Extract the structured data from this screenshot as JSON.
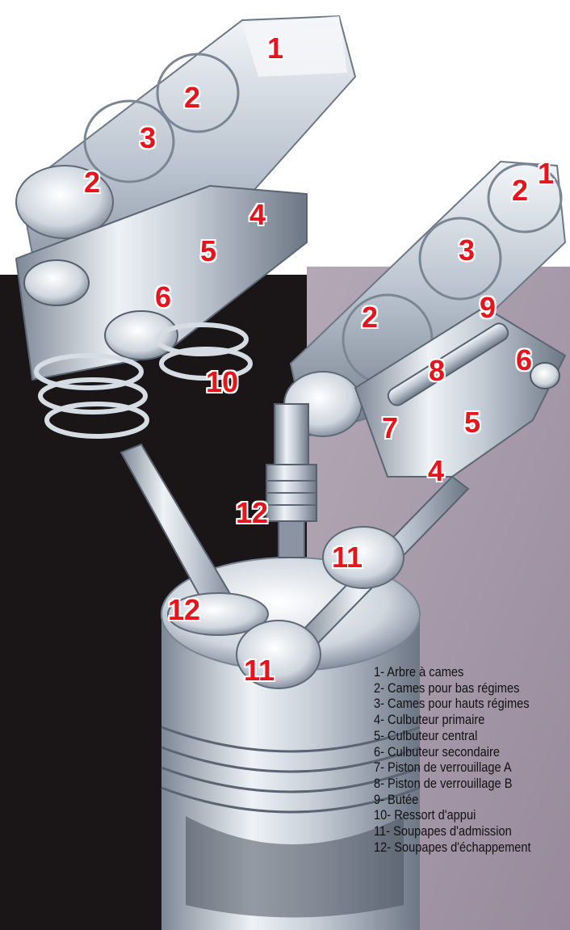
{
  "diagram": {
    "callouts": {
      "left_1": "1",
      "left_2a": "2",
      "left_3": "3",
      "left_2b": "2",
      "left_4": "4",
      "left_5": "5",
      "left_6": "6",
      "spring_10": "10",
      "right_1": "1",
      "right_2a": "2",
      "right_3": "3",
      "right_9": "9",
      "right_2b": "2",
      "right_6": "6",
      "right_8": "8",
      "right_7": "7",
      "right_5": "5",
      "right_4": "4",
      "plug_12": "12",
      "valve_11a": "11",
      "valve_12": "12",
      "valve_11b": "11"
    },
    "legend": [
      "1- Arbre à cames",
      "2- Cames pour bas régimes",
      "3- Cames pour hauts régimes",
      "4- Culbuteur primaire",
      "5- Culbuteur central",
      "6- Culbuteur secondaire",
      "7- Piston de verrouillage A",
      "8- Piston de verrouillage B",
      "9- Butée",
      "10- Ressort d'appui",
      "11- Soupapes d'admission",
      "12- Soupapes d'échappement"
    ]
  },
  "colors": {
    "callout": "#e8141c",
    "dark_background": "#1a1618",
    "mauve_background": "#a89aaa",
    "metal_light": "#e8ecf0",
    "metal_dark": "#8a96a4"
  }
}
